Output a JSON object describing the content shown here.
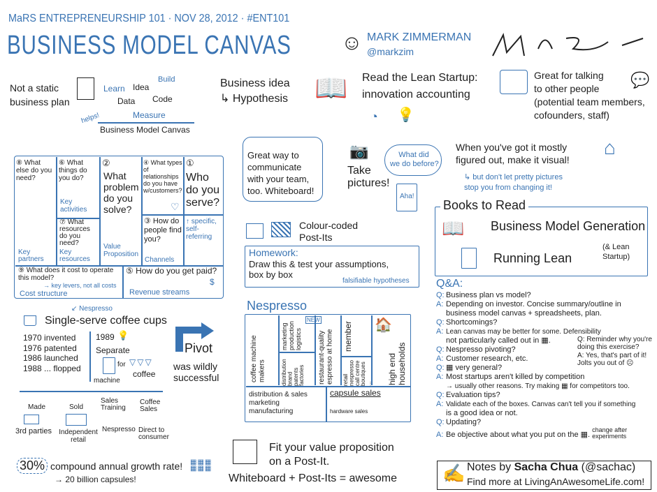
{
  "header": {
    "event": "MaRS ENTREPRENEURSHIP 101 · NOV 28, 2012 · #ENT101",
    "title": "BUSINESS MODEL CANVAS",
    "speaker": "MARK ZIMMERMAN",
    "handle": "@markzim"
  },
  "intro": {
    "not_static": [
      "Not a static",
      "business plan"
    ],
    "learn": "Learn",
    "idea": "Idea",
    "build": "Build",
    "data": "Data",
    "code": "Code",
    "measure": "Measure",
    "helps": "helps!",
    "bmc": "Business Model Canvas"
  },
  "hypothesis": {
    "idea": "Business idea",
    "hyp": "↳ Hypothesis"
  },
  "lean": {
    "line1": "Read the Lean Startup:",
    "line2": "innovation accounting"
  },
  "talking": {
    "lines": [
      "Great for talking",
      "to other people",
      "(potential team members,",
      "cofounders, staff)"
    ]
  },
  "canvas": {
    "partners": {
      "q": "⑧ What else do you need?",
      "label": "Key partners"
    },
    "activities": {
      "q": "⑥ What things do you do?",
      "label": "Key activities"
    },
    "resources": {
      "q": "⑦ What resources do you need?",
      "label": "Key resources"
    },
    "value": {
      "num": "②",
      "q": "What problem do you solve?",
      "label": "Value Proposition"
    },
    "relationships": {
      "q": "④ What types of relationships do you have w/customers?"
    },
    "channels": {
      "q": "③ How do people find you?",
      "label": "Channels"
    },
    "segments": {
      "num": "①",
      "q": "Who do you serve?",
      "note": "↑ specific, self-referring"
    },
    "cost": {
      "q": "⑨ What does it cost to operate this model?",
      "note": "→ key levers, not all costs",
      "label": "Cost structure"
    },
    "revenue": {
      "q": "⑤ How do you get paid?",
      "label": "Revenue streams",
      "symbol": "$"
    }
  },
  "communicate": {
    "lines": [
      "Great way to",
      "communicate",
      "with your team,",
      "too. Whiteboard!"
    ]
  },
  "pictures": {
    "take": [
      "Take",
      "pictures!"
    ],
    "thought": [
      "What did",
      "we do before?"
    ],
    "aha": "Aha!"
  },
  "visual": {
    "lines": [
      "When you've got it mostly",
      "figured out, make it visual!"
    ],
    "warn": [
      "↳ but don't let pretty pictures",
      "stop you from changing it!"
    ]
  },
  "postits": {
    "lines": [
      "Colour-coded",
      "Post-Its"
    ]
  },
  "homework": {
    "title": "Homework:",
    "lines": [
      "Draw this & test your assumptions,",
      "box by box"
    ],
    "note": "falsifiable hypotheses"
  },
  "books": {
    "title": "Books to Read",
    "book1": "Business Model Generation",
    "book2": "Running Lean",
    "book2_note": [
      "(& Lean",
      "Startup)"
    ]
  },
  "qa": {
    "title": "Q&A:",
    "items": [
      {
        "p": "Q:",
        "t": "Business plan vs model?"
      },
      {
        "p": "A:",
        "t": "Depending on investor. Concise summary/outline in"
      },
      {
        "p": "",
        "t": "business model canvas + spreadsheets, plan."
      },
      {
        "p": "Q:",
        "t": "Shortcomings?"
      },
      {
        "p": "A:",
        "t": "Lean canvas may be better for some. Defensibility"
      },
      {
        "p": "",
        "t": "not particularly called out in ▦."
      },
      {
        "p": "Q:",
        "t": "Nespresso pivoting?"
      },
      {
        "p": "A:",
        "t": "Customer research, etc."
      },
      {
        "p": "Q:",
        "t": "▦ very general?"
      },
      {
        "p": "A:",
        "t": "Most startups aren't killed by competition"
      },
      {
        "p": "",
        "t": "→ usually other reasons. Try making ▦ for competitors too."
      },
      {
        "p": "Q:",
        "t": "Evaluation tips?"
      },
      {
        "p": "A:",
        "t": "Validate each of the boxes. Canvas can't tell you if something"
      },
      {
        "p": "",
        "t": "is a good idea or not."
      },
      {
        "p": "Q:",
        "t": "Updating?"
      },
      {
        "p": "A:",
        "t": "Be objective about what you put on the ▦."
      }
    ],
    "side": {
      "q": "Q: Reminder why you're doing this exercise?",
      "a": "A: Yes, that's part of it! Jolts you out of ☹"
    },
    "change": [
      "change after",
      "experiments"
    ]
  },
  "credit": {
    "line1_a": "Notes by ",
    "name": "Sacha Chua",
    "line1_b": " (@sachac)",
    "line2": "Find more at LivingAnAwesomeLife.com!"
  },
  "nespresso_canvas": {
    "title": "Nespresso",
    "partners": "coffee machine makers",
    "activities": "marketing production logistics",
    "new": "NEW",
    "resources": "distribution brand patents factories",
    "value": "restaurant-quality espresso at home",
    "relationship": "member",
    "channels": "retail nespresso call centre boutiques ...",
    "segments": "high end households",
    "cost": [
      "distribution & sales",
      "marketing",
      "manufacturing"
    ],
    "revenue": "capsule sales",
    "revenue2": "hardware sales"
  },
  "history": {
    "nespresso": "↙ Nespresso",
    "title": "Single-serve coffee cups",
    "timeline": [
      "1970 invented",
      "1976 patented",
      "1986 launched",
      "1988 ... flopped"
    ],
    "year": "1989",
    "separate": "Separate",
    "machine": "machine",
    "for": "for",
    "coffee": "coffee",
    "pivot": "Pivot",
    "pivot2": [
      "was wildly",
      "successful"
    ]
  },
  "chain": [
    {
      "top": "Made",
      "bottom": "3rd parties"
    },
    {
      "top": "Sold",
      "bottom": "Independent retail"
    },
    {
      "top": "Sales Training",
      "bottom": "Nespresso"
    },
    {
      "top": "Coffee Sales",
      "bottom": "Direct to consumer"
    }
  ],
  "growth": {
    "pct": "30%",
    "text": "compound annual growth rate!",
    "sub": "→ 20 billion capsules!"
  },
  "fit": {
    "lines": [
      "Fit your value proposition",
      "on a Post-It."
    ],
    "awesome": "Whiteboard + Post-Its = awesome"
  }
}
